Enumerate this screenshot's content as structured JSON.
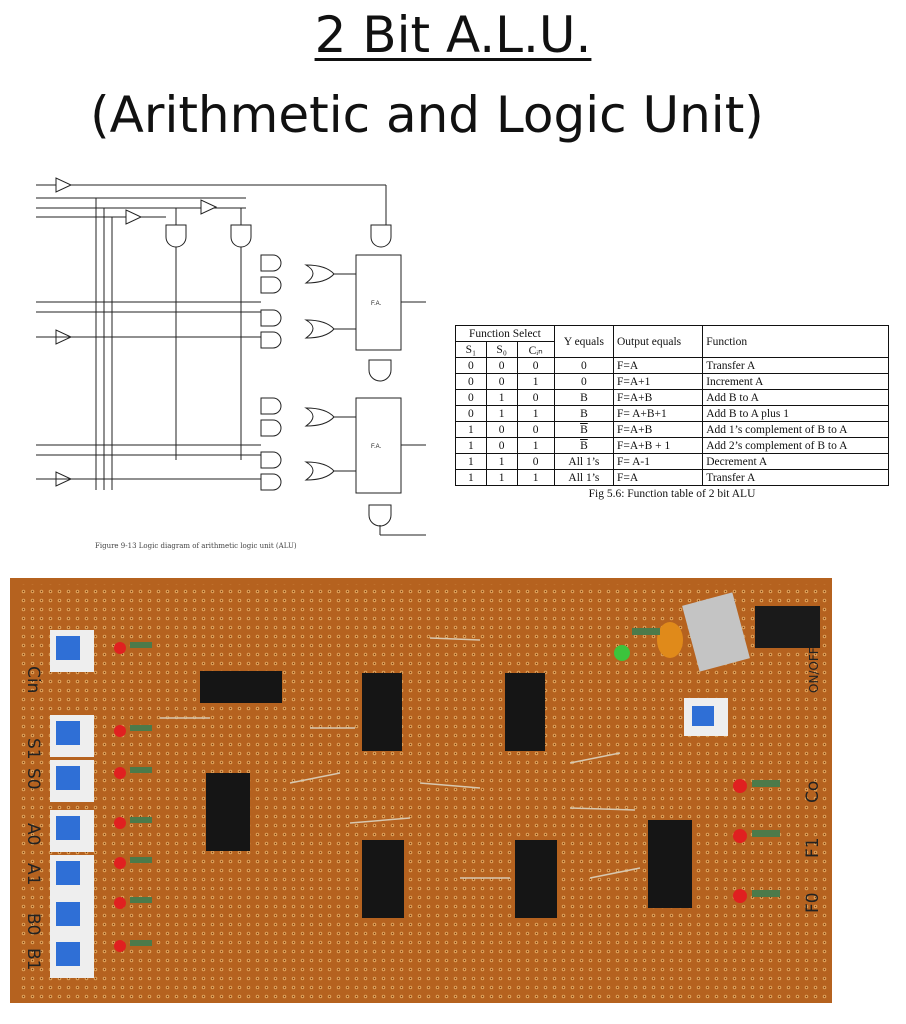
{
  "title": {
    "line1": "2 Bit A.L.U.",
    "line2": "(Arithmetic and Logic Unit)"
  },
  "diagram": {
    "caption": "Figure 9-13 Logic diagram of arithmetic logic unit (ALU)",
    "block_label": "F.A."
  },
  "function_table": {
    "headers": {
      "function_select": "Function Select",
      "s1": "S₁",
      "s0": "S₀",
      "cin": "Cᵢₙ",
      "y_equals": "Y equals",
      "output_equals": "Output equals",
      "function": "Function"
    },
    "rows": [
      {
        "s1": "0",
        "s0": "0",
        "cin": "0",
        "y": "0",
        "out": "F=A",
        "fn": "Transfer A"
      },
      {
        "s1": "0",
        "s0": "0",
        "cin": "1",
        "y": "0",
        "out": "F=A+1",
        "fn": "Increment A"
      },
      {
        "s1": "0",
        "s0": "1",
        "cin": "0",
        "y": "B",
        "out": "F=A+B",
        "fn": "Add B to A"
      },
      {
        "s1": "0",
        "s0": "1",
        "cin": "1",
        "y": "B",
        "out": "F= A+B+1",
        "fn": "Add B to A plus 1"
      },
      {
        "s1": "1",
        "s0": "0",
        "cin": "0",
        "y": "B",
        "out": "F=A+B",
        "fn": "Add 1’s complement of B to A"
      },
      {
        "s1": "1",
        "s0": "0",
        "cin": "1",
        "y": "B",
        "out": "F=A+B + 1",
        "fn": "Add 2’s complement of B to A"
      },
      {
        "s1": "1",
        "s0": "1",
        "cin": "0",
        "y": "All 1’s",
        "out": "F= A-1",
        "fn": "Decrement A"
      },
      {
        "s1": "1",
        "s0": "1",
        "cin": "1",
        "y": "All 1’s",
        "out": "F=A",
        "fn": "Transfer A"
      }
    ],
    "caption": "Fig 5.6: Function table of 2 bit ALU"
  },
  "board": {
    "left_labels": [
      "Cin",
      "S1",
      "S0",
      "A0",
      "A1",
      "B0",
      "B1"
    ],
    "right_labels": [
      "ON/OFF",
      "Co",
      "F1",
      "F0"
    ],
    "colors": {
      "pcb": "#b5621f",
      "switch_blue": "#2f6fd6",
      "led_red": "#e02020",
      "led_green": "#3cc43c",
      "ic": "#151515"
    }
  }
}
